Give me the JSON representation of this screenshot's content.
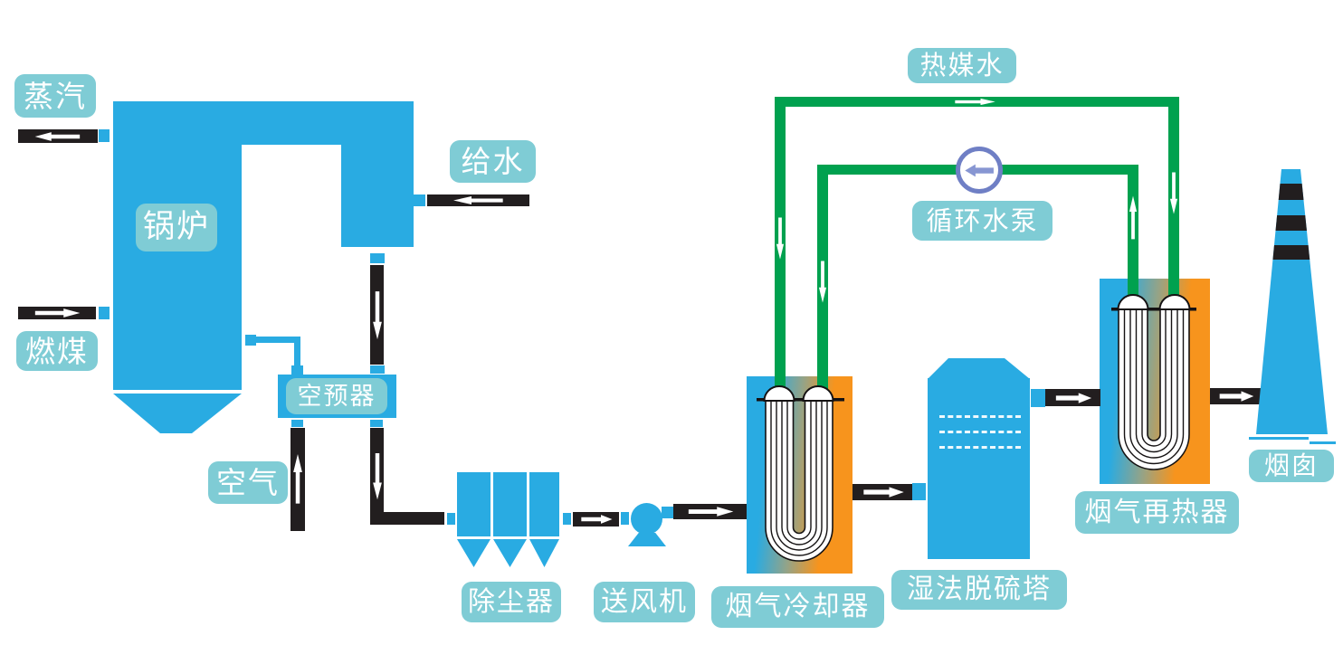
{
  "diagram": {
    "stream_labels": {
      "steam": "蒸汽",
      "coal": "燃煤",
      "feedwater": "给水",
      "air": "空气",
      "heat_medium_water": "热媒水"
    },
    "equipment_labels": {
      "boiler": "锅炉",
      "air_preheater": "空预器",
      "dust_collector": "除尘器",
      "forced_draft_fan": "送风机",
      "flue_gas_cooler": "烟气冷却器",
      "wet_fgd_tower": "湿法脱硫塔",
      "flue_gas_reheater": "烟气再热器",
      "chimney": "烟囱",
      "circulating_water_pump": "循环水泵"
    },
    "icons": {
      "flow_arrow_right": "white-block-arrow-right",
      "flow_arrow_left": "white-block-arrow-left",
      "flow_arrow_up": "white-block-arrow-up",
      "flow_arrow_down": "white-block-arrow-down",
      "pump": "circle-with-left-arrow"
    },
    "colors": {
      "equipment_blue": "#29abe2",
      "label_teal": "#7fccd5",
      "duct_black": "#221e1f",
      "pipe_green": "#00a14f",
      "heat_orange": "#f7941d",
      "tube_sage": "#97a385",
      "pump_periwinkle": "#6f7fc5",
      "label_text": "#ffffff"
    }
  }
}
